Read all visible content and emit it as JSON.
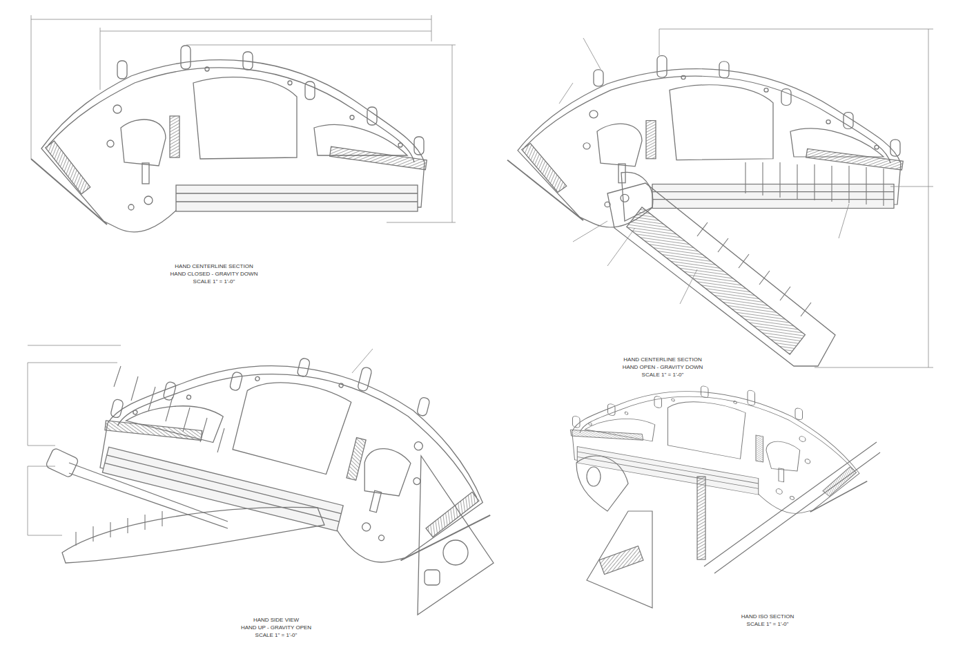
{
  "diagram": {
    "labels": [
      "HAND CENTERLINE SECTION",
      "HAND CLOSED - GRAVITY DOWN",
      "SCALE 1\" = 1'-0\"",
      "HAND CENTERLINE SECTION",
      "HAND OPEN - GRAVITY DOWN",
      "SCALE 1\" = 1'-0\"",
      "HAND SIDE VIEW",
      "HAND UP - GRAVITY OPEN",
      "SCALE 1\" = 1'-0\"",
      "HAND ISO SECTION",
      "SCALE 1\" = 1'-0\""
    ]
  }
}
